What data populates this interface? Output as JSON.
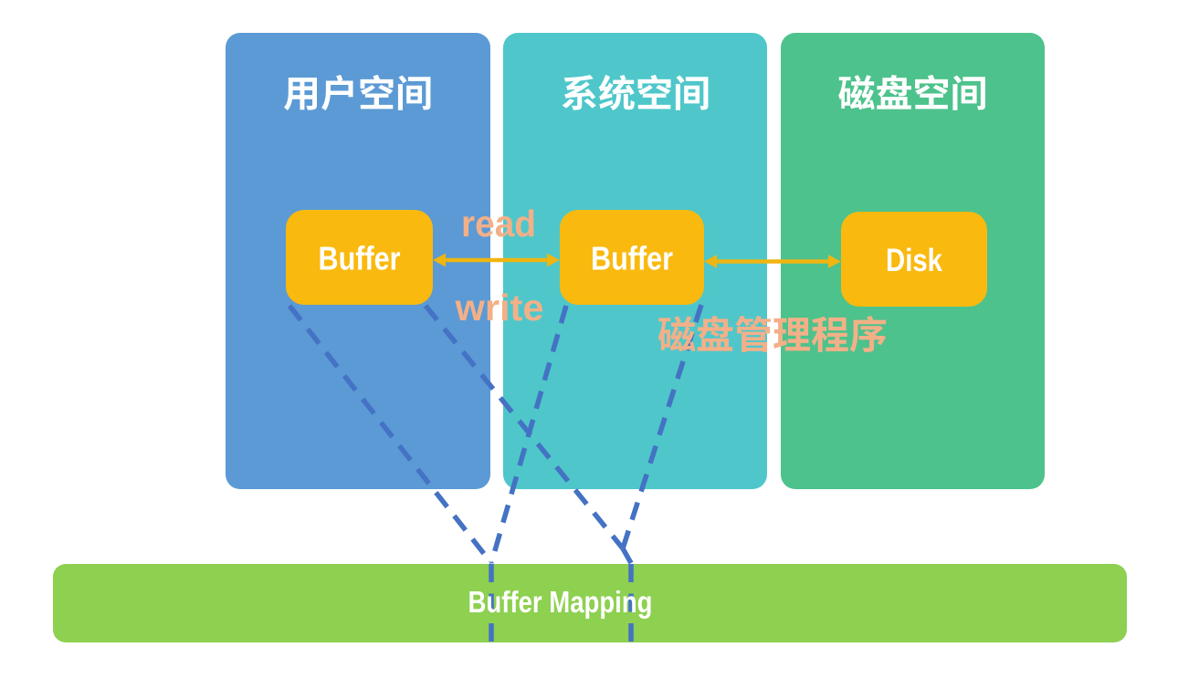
{
  "diagram": {
    "background": "#ffffff",
    "columns": [
      {
        "label": "用户空间",
        "color": "#5B9AD5"
      },
      {
        "label": "系统空间",
        "color": "#4FC7CA"
      },
      {
        "label": "磁盘空间",
        "color": "#4DC28C"
      }
    ],
    "boxes": [
      {
        "label": "Buffer",
        "color": "#F9B90F"
      },
      {
        "label": "Buffer",
        "color": "#F9B90F"
      },
      {
        "label": "Disk",
        "color": "#F9B90F"
      }
    ],
    "box_text_color": "#ffffff",
    "title_text_color": "#ffffff",
    "arrows": {
      "color": "#EFB511"
    },
    "labels": {
      "read": "read",
      "write": "write",
      "disk_manager": "磁盘管理程序",
      "color": "#F3B088"
    },
    "mapping_bar": {
      "label": "Buffer Mapping",
      "color": "#8ED050",
      "text_color": "#ffffff"
    },
    "dashed_lines": {
      "color": "#4472C4"
    }
  }
}
